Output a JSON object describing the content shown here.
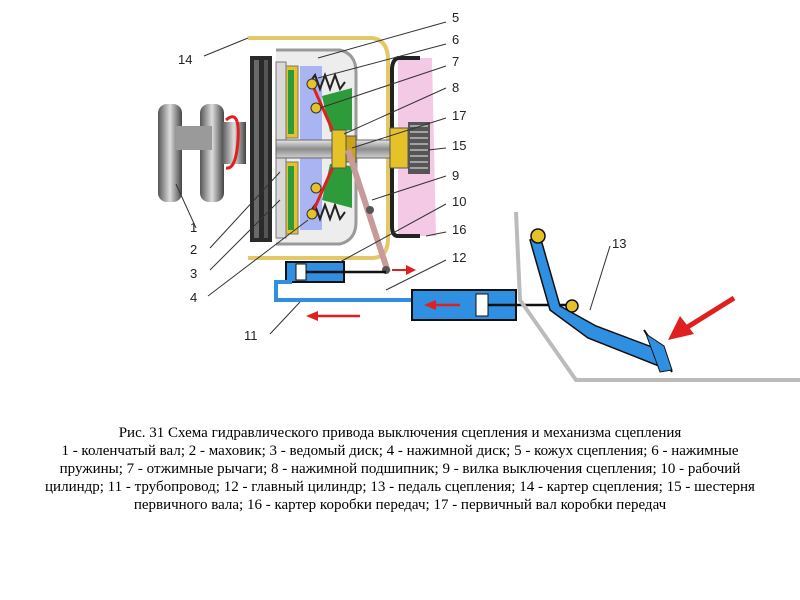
{
  "callouts": {
    "c1": "1",
    "c2": "2",
    "c3": "3",
    "c4": "4",
    "c5": "5",
    "c6": "6",
    "c7": "7",
    "c8": "8",
    "c9": "9",
    "c10": "10",
    "c11": "11",
    "c12": "12",
    "c13": "13",
    "c14": "14",
    "c15": "15",
    "c16": "16",
    "c17": "17"
  },
  "caption": {
    "title": "Рис. 31 Схема гидравлического привода выключения сцепления и механизма сцепления",
    "legend": "1 - коленчатый вал; 2 - маховик; 3 - ведомый диск; 4 - нажимной диск; 5 - кожух сцепления; 6 - нажимные пружины; 7 - отжимные рычаги; 8 - нажимной подшипник; 9 - вилка выключения сцепления; 10 - рабочий цилиндр; 11 - трубопровод; 12 - главный цилиндр; 13 - педаль сцепления; 14 - картер сцепления; 15 - шестерня первичного вала; 16 - картер коробки передач; 17 - первичный вал коробки передач"
  },
  "colors": {
    "housing_yellow": "#e3c867",
    "gearbox_pink": "#f3c9e6",
    "spring_green": "#2e9b3a",
    "disc_blue": "#a9b5f2",
    "hydraulic_blue": "#2f8fe0",
    "arrow_red": "#e0201e",
    "shaft_gray": "#9a9a9a"
  }
}
